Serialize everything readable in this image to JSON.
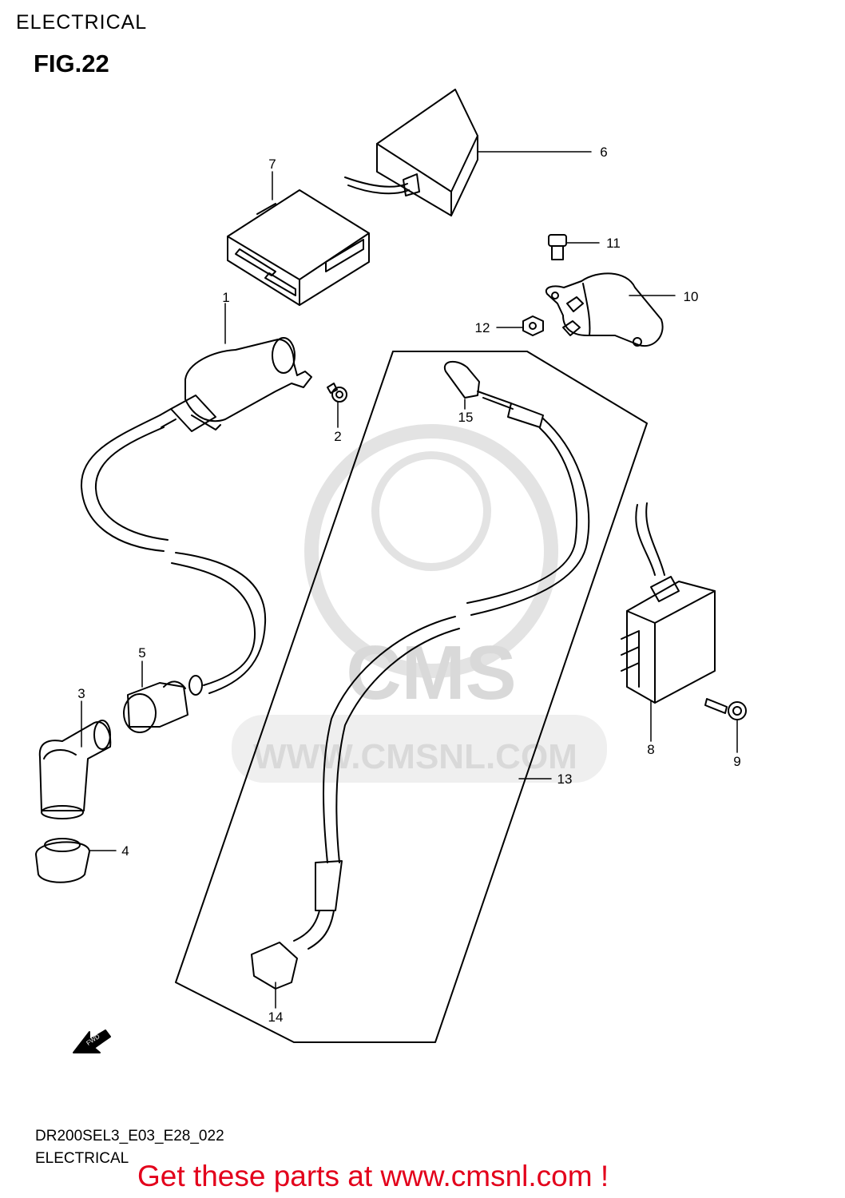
{
  "header": {
    "section_title": "ELECTRICAL",
    "figure_title": "FIG.22"
  },
  "watermark": {
    "brand": "CMS",
    "url": "WWW.CMSNL.COM"
  },
  "fwd_label": "FWD",
  "parts": [
    {
      "ref": "1"
    },
    {
      "ref": "2"
    },
    {
      "ref": "3"
    },
    {
      "ref": "4"
    },
    {
      "ref": "5"
    },
    {
      "ref": "6"
    },
    {
      "ref": "7"
    },
    {
      "ref": "8"
    },
    {
      "ref": "9"
    },
    {
      "ref": "10"
    },
    {
      "ref": "11"
    },
    {
      "ref": "12"
    },
    {
      "ref": "13"
    },
    {
      "ref": "14"
    },
    {
      "ref": "15"
    }
  ],
  "footer": {
    "diagram_code": "DR200SEL3_E03_E28_022",
    "diagram_name": "ELECTRICAL",
    "promo": "Get these parts at www.cmsnl.com !"
  },
  "colors": {
    "line": "#000000",
    "watermark": "#d9d9d9",
    "promo": "#e3001b"
  }
}
